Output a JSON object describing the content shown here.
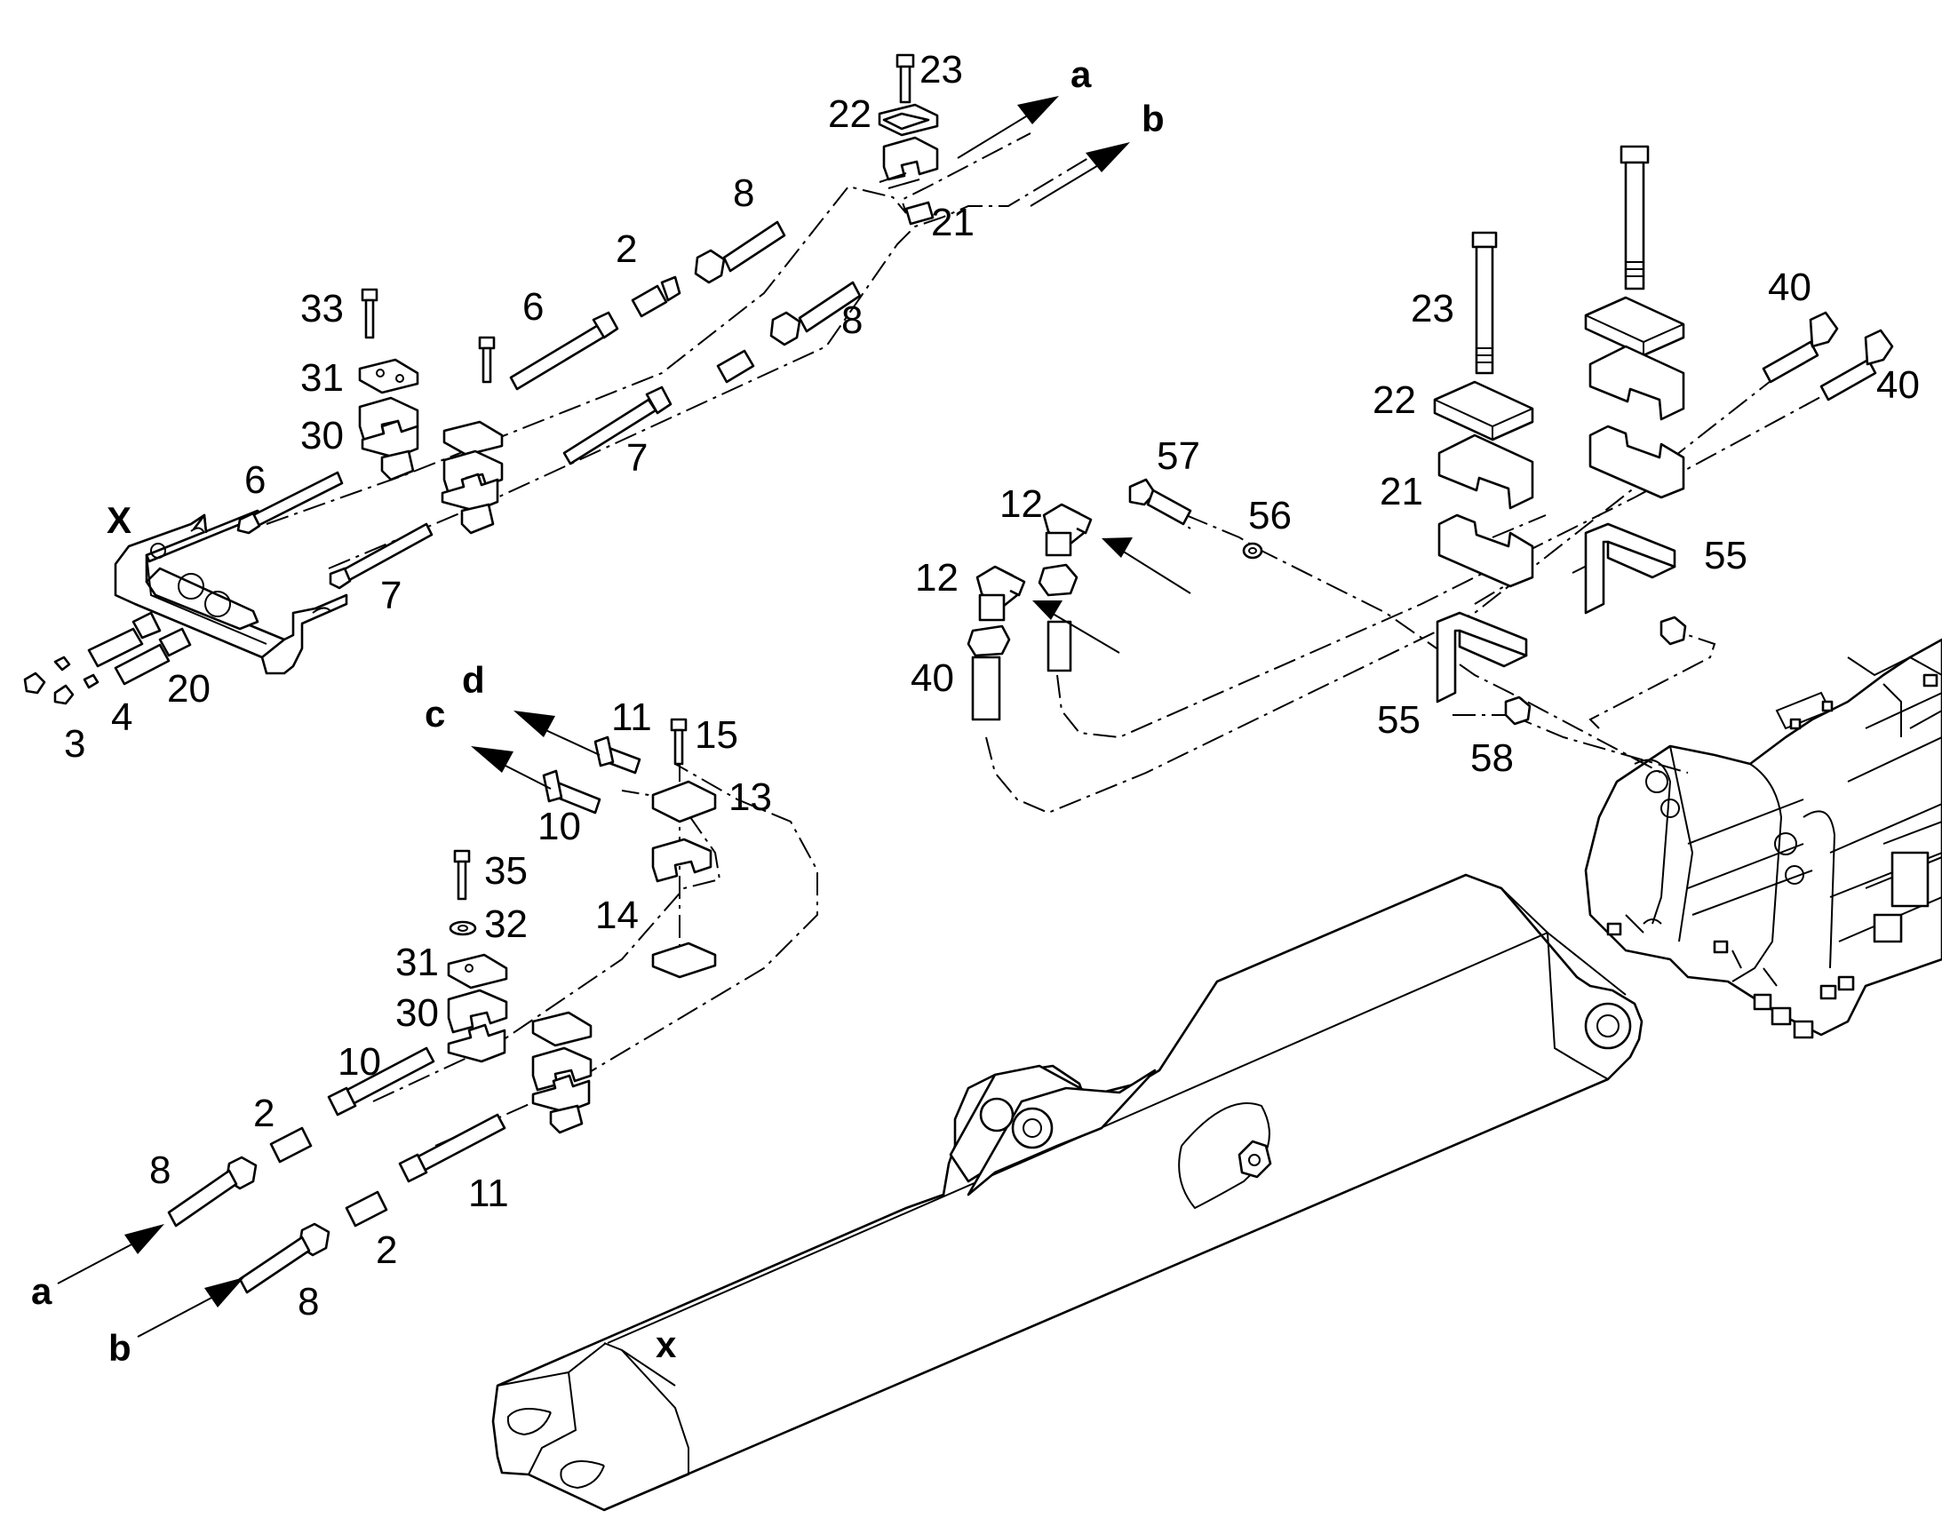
{
  "diagram": {
    "labels": {
      "l23a": "23",
      "l22a": "22",
      "l8a": "8",
      "l21a": "21",
      "l2a": "2",
      "l6a": "6",
      "l8b": "8",
      "l33": "33",
      "l31a": "31",
      "l30a": "30",
      "l7a": "7",
      "l6b": "6",
      "l7b": "7",
      "lX": "X",
      "l3": "3",
      "l4": "4",
      "l20": "20",
      "l11a": "11",
      "l15": "15",
      "l13": "13",
      "l10a": "10",
      "l14": "14",
      "l35": "35",
      "l32": "32",
      "l31b": "31",
      "l30b": "30",
      "l10b": "10",
      "l2b": "2",
      "l8c": "8",
      "l2c": "2",
      "l11b": "11",
      "l8d": "8",
      "l23b": "23",
      "l22b": "22",
      "l21b": "21",
      "l40a": "40",
      "l40b": "40",
      "l57": "57",
      "l56": "56",
      "l12a": "12",
      "l12b": "12",
      "l55a": "55",
      "l55b": "55",
      "l40c": "40",
      "l58": "58",
      "lx": "x"
    },
    "connection_letters": {
      "a_top": "a",
      "b_top": "b",
      "c": "c",
      "d": "d",
      "a_bottom": "a",
      "b_bottom": "b"
    },
    "line_color": "#000000",
    "background_color": "#ffffff"
  }
}
